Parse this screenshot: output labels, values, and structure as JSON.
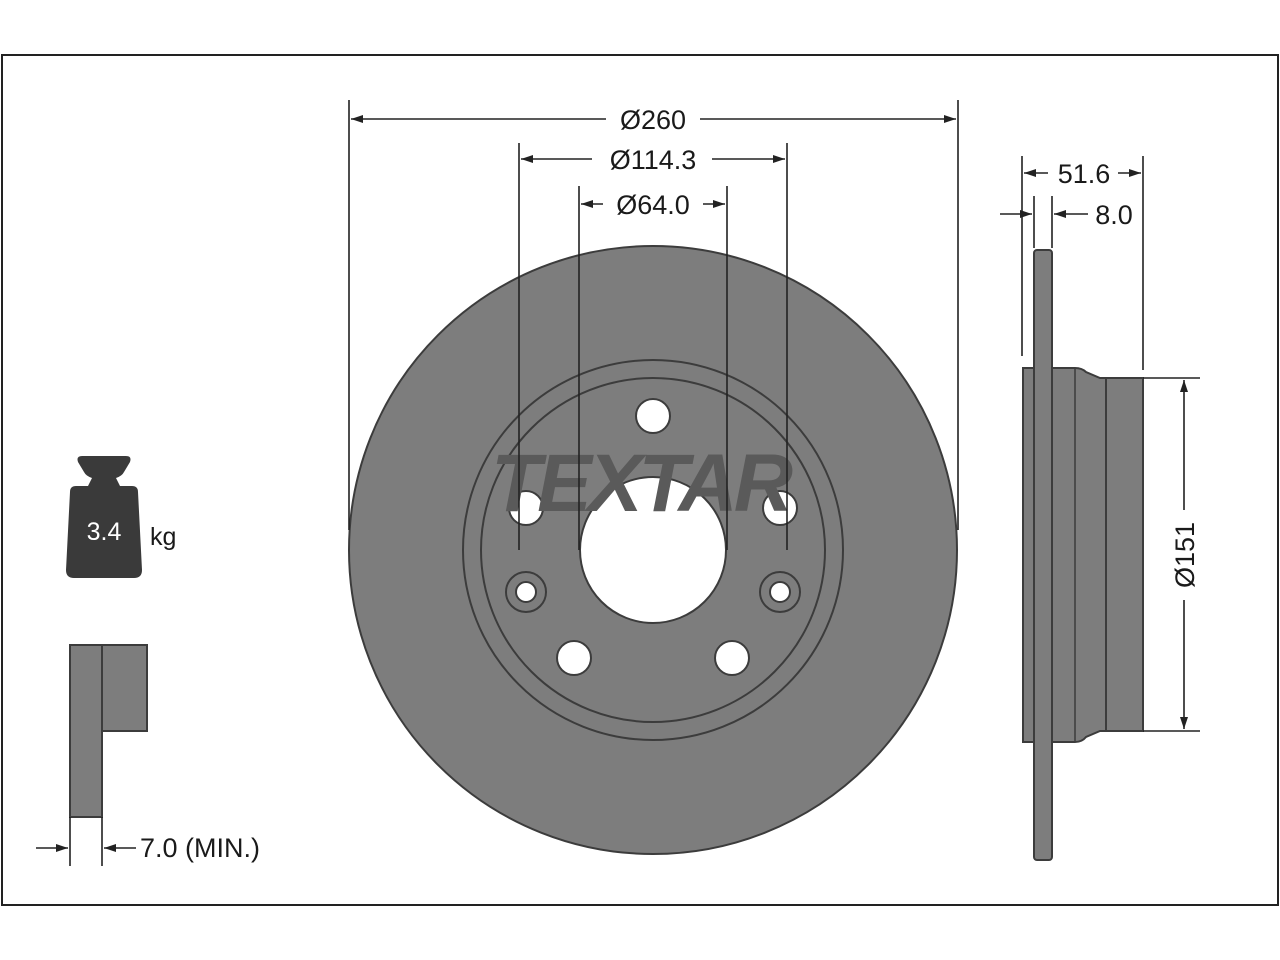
{
  "dimensions": {
    "outer_diameter": "Ø260",
    "bolt_circle": "Ø114.3",
    "center_bore": "Ø64.0",
    "hat_height": "51.6",
    "thickness": "8.0",
    "hub_diameter": "Ø151",
    "min_thickness": "7.0 (MIN.)"
  },
  "weight": {
    "value": "3.4",
    "unit": "kg"
  },
  "brand": {
    "logo_text": "TEXTAR"
  },
  "colors": {
    "part_fill": "#7d7d7d",
    "part_stroke": "#3c3c3c",
    "line": "#222222",
    "logo": "#5a5a5a"
  }
}
